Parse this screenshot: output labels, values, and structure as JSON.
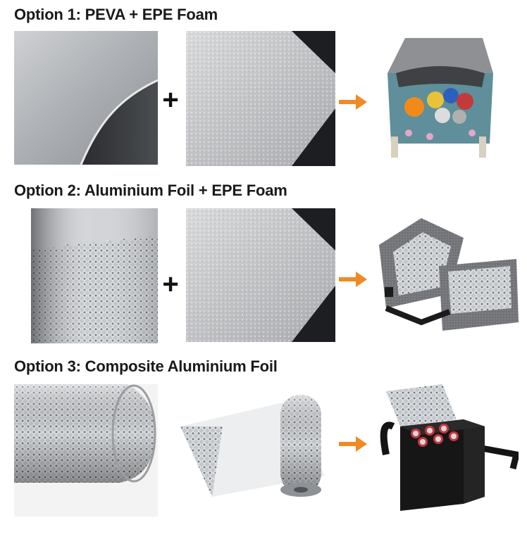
{
  "options": [
    {
      "title": "Option 1: PEVA + EPE Foam",
      "operator": "+"
    },
    {
      "title": "Option 2: Aluminium Foil + EPE Foam",
      "operator": "+"
    },
    {
      "title": "Option 3: Composite Aluminium Foil"
    }
  ],
  "colors": {
    "arrow": "#f08a24",
    "heading": "#1a1a1a"
  }
}
